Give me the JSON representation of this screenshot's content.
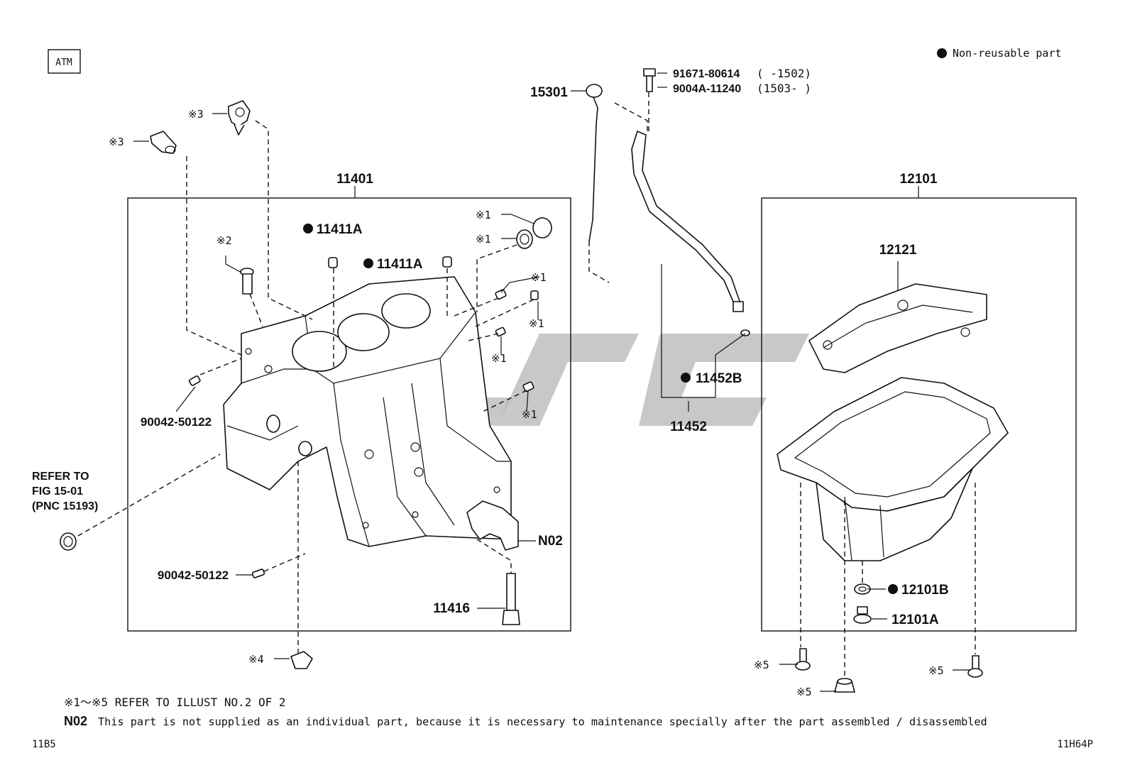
{
  "header": {
    "tag": "ATM",
    "legend_text": "Non-reusable part"
  },
  "callouts": {
    "block": "11401",
    "pan_assy": "12101",
    "dipstick": "15301",
    "guide_assy": "11452",
    "guide_oring": "11452B",
    "plug_a": "11411A",
    "plug_b": "11411A",
    "pin_upper": "90042-50122",
    "pin_lower": "90042-50122",
    "n02": "N02",
    "bearing_bolt": "11416",
    "baffle": "12121",
    "drain_gasket": "12101B",
    "drain_plug": "12101A",
    "bolt_pn_1": "91671-80614",
    "bolt_range_1": "(     -1502)",
    "bolt_pn_2": "9004A-11240",
    "bolt_range_2": "(1503-     )",
    "refer_line1": "REFER TO",
    "refer_line2": "FIG 15-01",
    "refer_line3": "(PNC 15193)"
  },
  "refs": {
    "r1": "※1",
    "r2": "※2",
    "r3": "※3",
    "r4": "※4",
    "r5": "※5"
  },
  "footer": {
    "note1": "※1～※5 REFER TO ILLUST NO.2 OF 2",
    "note2_code": "N02",
    "note2_text": "This part is not supplied as an individual part, because it is necessary to maintenance specially after the part assembled / disassembled",
    "code_left": "11B5",
    "code_right": "11H64P"
  }
}
